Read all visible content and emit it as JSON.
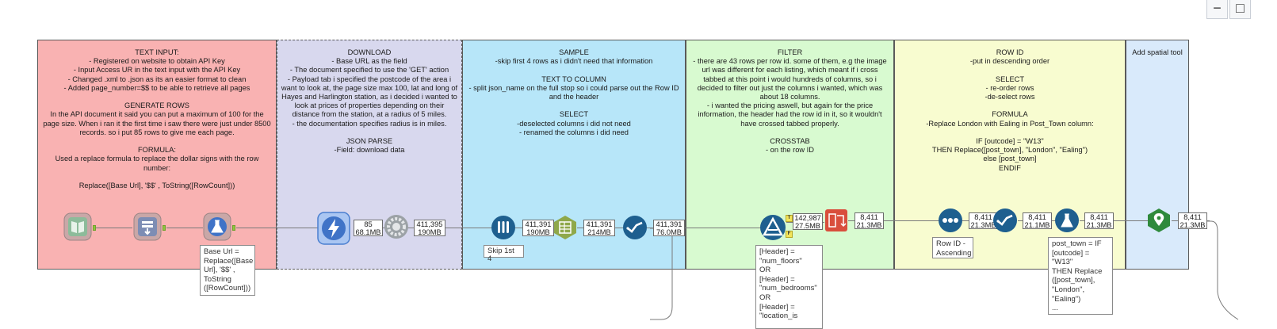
{
  "window": {
    "minimize_label": "−",
    "restore_label": "□"
  },
  "boxes": [
    {
      "title": "TEXT INPUT:\n- Registered on website to obtain API Key\n- Input Access UR in the text input with the API Key\n- Changed .xml to .json as its an easier format to clean\n- Added page_number=$$ to be able to retrieve all pages\n\nGENERATE ROWS\nIn the API document it said you can put a maximum of 100 for the page size. When i ran it the first time i saw there were just under 8500 records. so i put 85 rows to give me each page.\n\nFORMULA:\nUsed a replace formula to replace the dollar signs with the row number:\n\nReplace([Base Url], '$$' , ToString([RowCount]))",
      "color": "#f9b2b2"
    },
    {
      "title": "DOWNLOAD\n- Base URL as the field\n- The document specified to use the 'GET' action\n- Payload tab i specified the postcode of the area i want to look at, the page size max 100, lat and long of Hayes and Harlington station, as i decided i wanted to look at prices of properties depending on their distance from the station, at a radius of 5 miles.\n- the documentation specifies radius is in miles.\n\nJSON PARSE\n-Field: download data",
      "color": "#d8d8ee"
    },
    {
      "title": "SAMPLE\n-skip first 4 rows as i didn't need that information\n\nTEXT TO COLUMN\n- split json_name on the full stop so i could parse out the Row ID and the header\n\nSELECT\n-deselected columns i did not need\n- renamed the columns i did need",
      "color": "#b7e6f9"
    },
    {
      "title": "FILTER\n- there are 43 rows per row id. some of them, e.g the image url was different for each listing, which meant if i cross tabbed at this point i would hundreds of columns, so i decided to filter out just the columns i wanted, which was about 18 columns.\n- i wanted the pricing aswell, but again for the price information, the header had the row id in it, so it wouldn't have crossed tabbed properly.\n\nCROSSTAB\n- on the row ID",
      "color": "#d8fad0"
    },
    {
      "title": "ROW ID\n-put in descending order\n\nSELECT\n- re-order rows\n-de-select rows\n\nFORMULA\n-Replace London with Ealing in Post_Town column:\n\nIF [outcode] = \"W13\"\nTHEN Replace([post_town], \"London\", \"Ealing\")\nelse [post_town]\nENDIF",
      "color": "#f8fcd0"
    },
    {
      "title": "Add spatial tool",
      "color": "#d9eafb"
    }
  ],
  "badges": [
    {
      "count": "85",
      "size": "68.1MB"
    },
    {
      "count": "411,395",
      "size": "190MB"
    },
    {
      "count": "411,391",
      "size": "190MB"
    },
    {
      "count": "411,391",
      "size": "214MB"
    },
    {
      "count": "411,391",
      "size": "76.0MB"
    },
    {
      "count": "142,987",
      "size": "27.5MB"
    },
    {
      "count": "8,411",
      "size": "21.3MB"
    },
    {
      "count": "8,411",
      "size": "21.3MB"
    },
    {
      "count": "8,411",
      "size": "21.1MB"
    },
    {
      "count": "8,411",
      "size": "21.3MB"
    },
    {
      "count": "8,411",
      "size": "21.3MB"
    }
  ],
  "notes": {
    "formula1": "Base Url =\nReplace([Base\nUrl], '$$' ,\nToString\n([RowCount]))",
    "sample": "Skip 1st 4",
    "filter": "[Header] =\n\"num_floors\"\nOR\n[Header] =\n\"num_bedrooms\"\nOR\n[Header] =\n\"location_is",
    "rowid": "Row ID -\nAscending",
    "formula2": "post_town = IF\n[outcode] =\n\"W13\"\nTHEN Replace\n([post_town],\n\"London\",\n\"Ealing\")\n..."
  },
  "filter_tags": {
    "true": "T",
    "false": "F"
  },
  "icons": {
    "text_input": "book-icon",
    "generate_rows": "generate-rows-icon",
    "formula": "flask-icon",
    "download": "lightning-icon",
    "json_parse": "gear-icon",
    "sample": "test-tubes-icon",
    "text_to_columns": "split-columns-icon",
    "select": "checkmark-icon",
    "filter": "filter-triangle-icon",
    "crosstab": "crosstab-icon",
    "record_id": "dots-icon",
    "create_points": "map-pin-icon"
  },
  "colors": {
    "input_tool": "#8dbb9a",
    "developer_tool": "#3f73c7",
    "parse_tool": "#8fa84a",
    "prep_tool": "#1e5f8f",
    "transform_tool": "#d94e3c",
    "spatial_tool": "#2f8a3c",
    "anchor": "#8dc63f"
  }
}
